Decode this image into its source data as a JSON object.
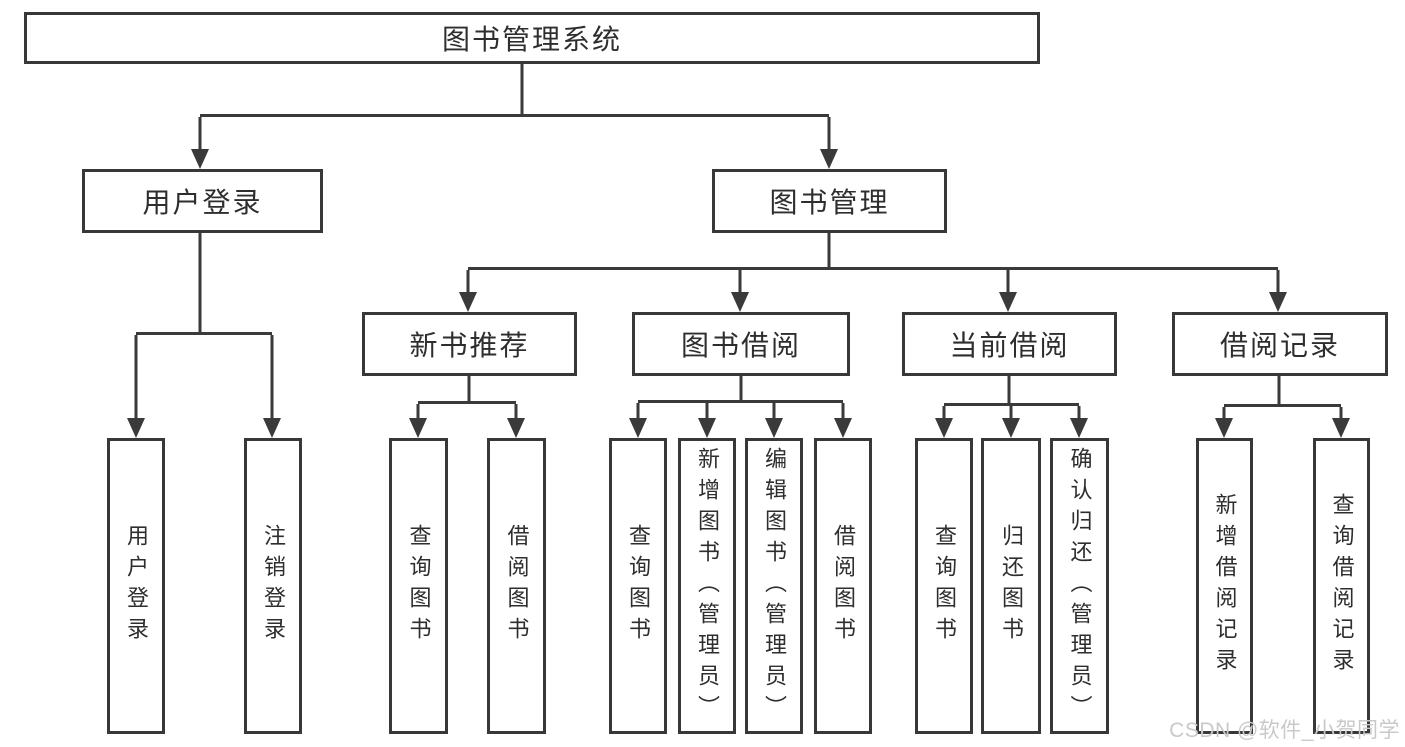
{
  "page": {
    "background": "#ffffff",
    "watermark": "CSDN @软件_小贺同学"
  },
  "diagram": {
    "type": "hierarchy-tree",
    "nodes": {
      "root": "图书管理系统",
      "l2": [
        "用户登录",
        "图书管理"
      ],
      "l3": [
        "新书推荐",
        "图书借阅",
        "当前借阅",
        "借阅记录"
      ],
      "leaves": [
        "用户登录",
        "注销登录",
        "查询图书",
        "借阅图书",
        "查询图书",
        "新增图书（管理员）",
        "编辑图书（管理员）",
        "借阅图书",
        "查询图书",
        "归还图书",
        "确认归还（管理员）",
        "新增借阅记录",
        "查询借阅记录"
      ]
    },
    "structure": {
      "图书管理系统": [
        "用户登录",
        "图书管理"
      ],
      "用户登录": [
        "用户登录",
        "注销登录"
      ],
      "图书管理": [
        "新书推荐",
        "图书借阅",
        "当前借阅",
        "借阅记录"
      ],
      "新书推荐": [
        "查询图书",
        "借阅图书"
      ],
      "图书借阅": [
        "查询图书",
        "新增图书（管理员）",
        "编辑图书（管理员）",
        "借阅图书"
      ],
      "当前借阅": [
        "查询图书",
        "归还图书",
        "确认归还（管理员）"
      ],
      "借阅记录": [
        "新增借阅记录",
        "查询借阅记录"
      ]
    },
    "colors": {
      "line": "#3a3a3a",
      "box_border": "#383838",
      "text": "#2e2e2e",
      "background": "#ffffff",
      "watermark": "#c9c9c9"
    }
  }
}
